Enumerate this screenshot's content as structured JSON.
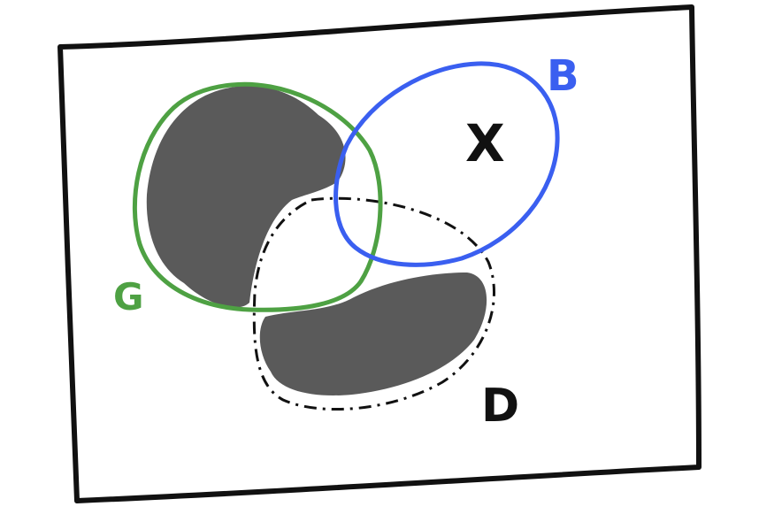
{
  "labels": {
    "green_set": "G",
    "blue_set": "B",
    "dashed_set": "D",
    "point": "X"
  },
  "colors": {
    "frame": "#111111",
    "green": "#4ea143",
    "blue": "#3a5ff0",
    "dashed": "#111111",
    "shaded": "#5a5a5a",
    "background": "#ffffff"
  }
}
